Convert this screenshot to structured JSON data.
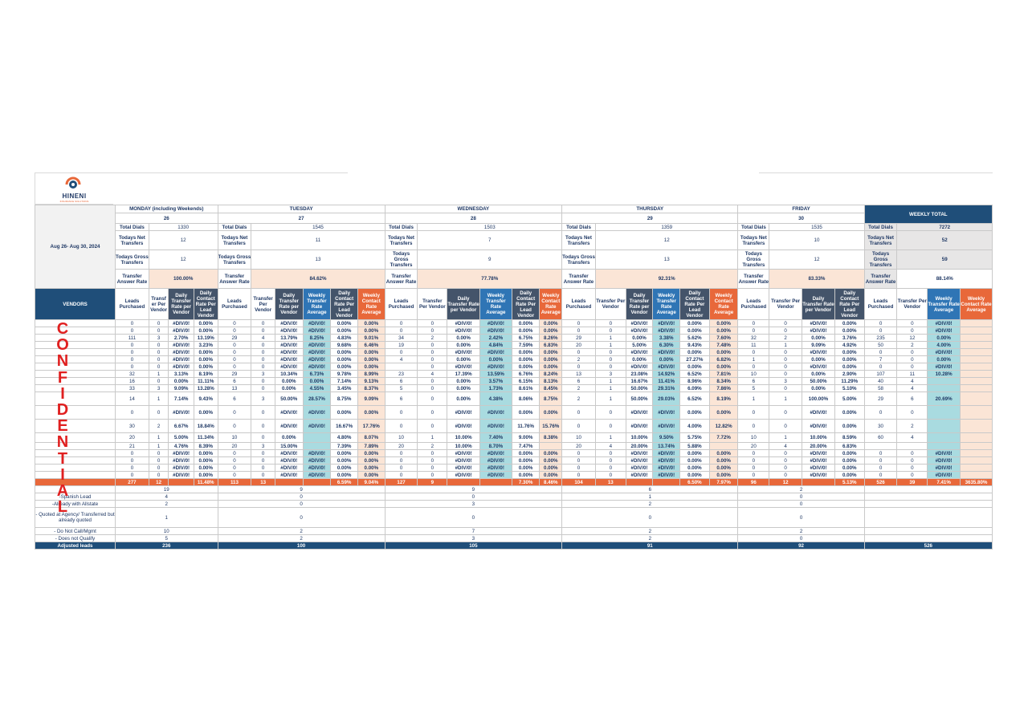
{
  "company": {
    "name": "HINENI",
    "tagline": "INSURANCE SOLUTIONS"
  },
  "date_range": "Aug 26- Aug 30, 2024",
  "watermark": "CONFIDENTIAL",
  "vendors_label": "VENDORS",
  "row_labels": {
    "total_dials": "Total Dials",
    "net_transfers": "Todays Net Transfers",
    "gross_transfers": "Todays Gross Transfers",
    "answer_rate": "Transfer Answer Rate"
  },
  "days": [
    {
      "name": "MONDAY (including Weekends)",
      "num": "26",
      "dials": "1330",
      "net": "12",
      "gross": "12",
      "rate": "100.00%"
    },
    {
      "name": "TUESDAY",
      "num": "27",
      "dials": "1545",
      "net": "11",
      "gross": "13",
      "rate": "84.62%"
    },
    {
      "name": "WEDNESDAY",
      "num": "28",
      "dials": "1503",
      "net": "7",
      "gross": "9",
      "rate": "77.78%"
    },
    {
      "name": "THURSDAY",
      "num": "29",
      "dials": "1359",
      "net": "12",
      "gross": "13",
      "rate": "92.31%"
    },
    {
      "name": "FRIDAY",
      "num": "30",
      "dials": "1535",
      "net": "10",
      "gross": "12",
      "rate": "83.33%"
    }
  ],
  "weekly": {
    "title": "WEEKLY TOTAL",
    "dials": "7272",
    "net": "52",
    "gross": "59",
    "rate": "88.14%"
  },
  "col_headers": {
    "leads": "Leads Purchased",
    "transfers_mon": "Transf er Per Vendor",
    "transfers": "Transfer Per Vendor",
    "daily_rate": "Daily Transfer Rate per Vendor",
    "daily_contact": "Daily Contact Rate Per Lead Vendor",
    "weekly_rate": "Weekly Transfer Rate Average",
    "weekly_contact": "Weekly Contact Rate Average"
  },
  "rows": [
    [
      [
        "0",
        "0",
        "#DIV/0!",
        "0.00%"
      ],
      [
        "0",
        "0",
        "#DIV/0!",
        "#DIV/0!",
        "0.00%",
        "0.00%"
      ],
      [
        "0",
        "0",
        "#DIV/0!",
        "#DIV/0!",
        "0.00%",
        "0.00%"
      ],
      [
        "0",
        "0",
        "#DIV/0!",
        "#DIV/0!",
        "0.00%",
        "0.00%"
      ],
      [
        "0",
        "0",
        "#DIV/0!",
        "0.00%"
      ],
      [
        "0",
        "0",
        "#DIV/0!",
        ""
      ]
    ],
    [
      [
        "0",
        "0",
        "#DIV/0!",
        "0.00%"
      ],
      [
        "0",
        "0",
        "#DIV/0!",
        "#DIV/0!",
        "0.00%",
        "0.00%"
      ],
      [
        "0",
        "0",
        "#DIV/0!",
        "#DIV/0!",
        "0.00%",
        "0.00%"
      ],
      [
        "0",
        "0",
        "#DIV/0!",
        "#DIV/0!",
        "0.00%",
        "0.00%"
      ],
      [
        "0",
        "0",
        "#DIV/0!",
        "0.00%"
      ],
      [
        "0",
        "0",
        "#DIV/0!",
        ""
      ]
    ],
    [
      [
        "111",
        "3",
        "2.70%",
        "13.19%"
      ],
      [
        "29",
        "4",
        "13.79%",
        "8.25%",
        "4.83%",
        "9.01%"
      ],
      [
        "34",
        "2",
        "0.00%",
        "2.42%",
        "6.75%",
        "8.26%"
      ],
      [
        "29",
        "1",
        "0.00%",
        "3.38%",
        "5.62%",
        "7.60%"
      ],
      [
        "32",
        "2",
        "0.00%",
        "3.76%"
      ],
      [
        "235",
        "12",
        "0.00%",
        ""
      ]
    ],
    [
      [
        "0",
        "0",
        "#DIV/0!",
        "3.23%"
      ],
      [
        "0",
        "0",
        "#DIV/0!",
        "#DIV/0!",
        "9.68%",
        "6.46%"
      ],
      [
        "19",
        "0",
        "0.00%",
        "4.84%",
        "7.59%",
        "6.83%"
      ],
      [
        "20",
        "1",
        "5.00%",
        "6.30%",
        "9.43%",
        "7.48%"
      ],
      [
        "11",
        "1",
        "9.09%",
        "4.92%"
      ],
      [
        "50",
        "2",
        "4.00%",
        ""
      ]
    ],
    [
      [
        "0",
        "0",
        "#DIV/0!",
        "0.00%"
      ],
      [
        "0",
        "0",
        "#DIV/0!",
        "#DIV/0!",
        "0.00%",
        "0.00%"
      ],
      [
        "0",
        "0",
        "#DIV/0!",
        "#DIV/0!",
        "0.00%",
        "0.00%"
      ],
      [
        "0",
        "0",
        "#DIV/0!",
        "#DIV/0!",
        "0.00%",
        "0.00%"
      ],
      [
        "0",
        "0",
        "#DIV/0!",
        "0.00%"
      ],
      [
        "0",
        "0",
        "#DIV/0!",
        ""
      ]
    ],
    [
      [
        "0",
        "0",
        "#DIV/0!",
        "0.00%"
      ],
      [
        "0",
        "0",
        "#DIV/0!",
        "#DIV/0!",
        "0.00%",
        "0.00%"
      ],
      [
        "4",
        "0",
        "0.00%",
        "0.00%",
        "0.00%",
        "0.00%"
      ],
      [
        "2",
        "0",
        "0.00%",
        "0.00%",
        "27.27%",
        "6.82%"
      ],
      [
        "1",
        "0",
        "0.00%",
        "0.00%"
      ],
      [
        "7",
        "0",
        "0.00%",
        ""
      ]
    ],
    [
      [
        "0",
        "0",
        "#DIV/0!",
        "0.00%"
      ],
      [
        "0",
        "0",
        "#DIV/0!",
        "#DIV/0!",
        "0.00%",
        "0.00%"
      ],
      [
        "",
        "0",
        "#DIV/0!",
        "#DIV/0!",
        "0.00%",
        "0.00%"
      ],
      [
        "0",
        "0",
        "#DIV/0!",
        "#DIV/0!",
        "0.00%",
        "0.00%"
      ],
      [
        "0",
        "0",
        "#DIV/0!",
        "0.00%"
      ],
      [
        "0",
        "0",
        "#DIV/0!",
        ""
      ]
    ],
    [
      [
        "32",
        "1",
        "3.13%",
        "8.19%"
      ],
      [
        "29",
        "3",
        "10.34%",
        "6.73%",
        "9.78%",
        "8.99%"
      ],
      [
        "23",
        "4",
        "17.39%",
        "13.59%",
        "6.76%",
        "8.24%"
      ],
      [
        "13",
        "3",
        "23.08%",
        "14.92%",
        "6.52%",
        "7.81%"
      ],
      [
        "10",
        "0",
        "0.00%",
        "2.90%"
      ],
      [
        "107",
        "11",
        "10.28%",
        ""
      ]
    ],
    [
      [
        "16",
        "0",
        "0.00%",
        "11.11%"
      ],
      [
        "6",
        "0",
        "0.00%",
        "0.00%",
        "7.14%",
        "9.13%"
      ],
      [
        "6",
        "0",
        "0.00%",
        "3.57%",
        "6.15%",
        "8.13%"
      ],
      [
        "6",
        "1",
        "16.67%",
        "11.41%",
        "8.96%",
        "8.34%"
      ],
      [
        "6",
        "3",
        "50.00%",
        "11.29%"
      ],
      [
        "40",
        "4",
        "",
        ""
      ]
    ],
    [
      [
        "33",
        "3",
        "9.09%",
        "13.28%"
      ],
      [
        "13",
        "0",
        "0.00%",
        "4.55%",
        "3.45%",
        "8.37%"
      ],
      [
        "5",
        "0",
        "0.00%",
        "1.73%",
        "8.61%",
        "8.45%"
      ],
      [
        "2",
        "1",
        "50.00%",
        "29.31%",
        "6.09%",
        "7.86%"
      ],
      [
        "5",
        "0",
        "0.00%",
        "5.10%"
      ],
      [
        "58",
        "4",
        "",
        ""
      ]
    ],
    [
      [
        "14",
        "1",
        "7.14%",
        "9.43%"
      ],
      [
        "6",
        "3",
        "50.00%",
        "28.57%",
        "8.75%",
        "9.09%"
      ],
      [
        "6",
        "0",
        "0.00%",
        "4.38%",
        "8.06%",
        "8.75%"
      ],
      [
        "2",
        "1",
        "50.00%",
        "29.03%",
        "6.52%",
        "8.19%"
      ],
      [
        "1",
        "1",
        "100.00%",
        "5.00%"
      ],
      [
        "29",
        "6",
        "20.69%",
        ""
      ]
    ],
    [
      [
        "0",
        "0",
        "#DIV/0!",
        "0.00%"
      ],
      [
        "0",
        "0",
        "#DIV/0!",
        "#DIV/0!",
        "0.00%",
        "0.00%"
      ],
      [
        "0",
        "0",
        "#DIV/0!",
        "#DIV/0!",
        "0.00%",
        "0.00%"
      ],
      [
        "0",
        "0",
        "#DIV/0!",
        "#DIV/0!",
        "0.00%",
        "0.00%"
      ],
      [
        "0",
        "0",
        "#DIV/0!",
        "0.00%"
      ],
      [
        "0",
        "0",
        "",
        ""
      ]
    ],
    [
      [
        "30",
        "2",
        "6.67%",
        "18.84%"
      ],
      [
        "0",
        "0",
        "#DIV/0!",
        "#DIV/0!",
        "16.67%",
        "17.76%"
      ],
      [
        "0",
        "0",
        "#DIV/0!",
        "#DIV/0!",
        "11.76%",
        "15.76%"
      ],
      [
        "0",
        "0",
        "#DIV/0!",
        "#DIV/0!",
        "4.00%",
        "12.82%"
      ],
      [
        "0",
        "0",
        "#DIV/0!",
        "0.00%"
      ],
      [
        "30",
        "2",
        "",
        ""
      ]
    ],
    [
      [
        "20",
        "1",
        "5.00%",
        "11.34%"
      ],
      [
        "10",
        "0",
        "0.00%",
        "",
        "4.80%",
        "8.07%"
      ],
      [
        "10",
        "1",
        "10.00%",
        "7.40%",
        "9.00%",
        "8.38%"
      ],
      [
        "10",
        "1",
        "10.00%",
        "9.50%",
        "5.75%",
        "7.72%"
      ],
      [
        "10",
        "1",
        "10.00%",
        "8.59%"
      ],
      [
        "60",
        "4",
        "",
        ""
      ]
    ],
    [
      [
        "21",
        "1",
        "4.76%",
        "8.39%"
      ],
      [
        "20",
        "3",
        "15.00%",
        "",
        "7.39%",
        "7.89%"
      ],
      [
        "20",
        "2",
        "10.00%",
        "8.70%",
        "7.47%",
        ""
      ],
      [
        "20",
        "4",
        "20.00%",
        "13.74%",
        "5.88%",
        ""
      ],
      [
        "20",
        "4",
        "20.00%",
        "6.83%"
      ],
      [
        "",
        "",
        "",
        ""
      ]
    ],
    [
      [
        "0",
        "0",
        "#DIV/0!",
        "0.00%"
      ],
      [
        "0",
        "0",
        "#DIV/0!",
        "#DIV/0!",
        "0.00%",
        "0.00%"
      ],
      [
        "0",
        "0",
        "#DIV/0!",
        "#DIV/0!",
        "0.00%",
        "0.00%"
      ],
      [
        "0",
        "0",
        "#DIV/0!",
        "#DIV/0!",
        "0.00%",
        "0.00%"
      ],
      [
        "0",
        "0",
        "#DIV/0!",
        "0.00%"
      ],
      [
        "0",
        "0",
        "#DIV/0!",
        ""
      ]
    ],
    [
      [
        "0",
        "0",
        "#DIV/0!",
        "0.00%"
      ],
      [
        "0",
        "0",
        "#DIV/0!",
        "#DIV/0!",
        "0.00%",
        "0.00%"
      ],
      [
        "0",
        "0",
        "#DIV/0!",
        "#DIV/0!",
        "0.00%",
        "0.00%"
      ],
      [
        "0",
        "0",
        "#DIV/0!",
        "#DIV/0!",
        "0.00%",
        "0.00%"
      ],
      [
        "0",
        "0",
        "#DIV/0!",
        "0.00%"
      ],
      [
        "0",
        "0",
        "#DIV/0!",
        ""
      ]
    ],
    [
      [
        "0",
        "0",
        "#DIV/0!",
        "0.00%"
      ],
      [
        "0",
        "0",
        "#DIV/0!",
        "#DIV/0!",
        "0.00%",
        "0.00%"
      ],
      [
        "0",
        "0",
        "#DIV/0!",
        "#DIV/0!",
        "0.00%",
        "0.00%"
      ],
      [
        "0",
        "0",
        "#DIV/0!",
        "#DIV/0!",
        "0.00%",
        "0.00%"
      ],
      [
        "0",
        "0",
        "#DIV/0!",
        "0.00%"
      ],
      [
        "0",
        "0",
        "#DIV/0!",
        ""
      ]
    ],
    [
      [
        "0",
        "0",
        "#DIV/0!",
        "0.00%"
      ],
      [
        "0",
        "0",
        "#DIV/0!",
        "#DIV/0!",
        "0.00%",
        "0.00%"
      ],
      [
        "0",
        "0",
        "#DIV/0!",
        "#DIV/0!",
        "0.00%",
        "0.00%"
      ],
      [
        "0",
        "0",
        "#DIV/0!",
        "#DIV/0!",
        "0.00%",
        "0.00%"
      ],
      [
        "0",
        "0",
        "#DIV/0!",
        "0.00%"
      ],
      [
        "0",
        "0",
        "#DIV/0!",
        ""
      ]
    ]
  ],
  "totals": [
    [
      "277",
      "12",
      "",
      "11.48%"
    ],
    [
      "113",
      "13",
      "",
      "",
      "6.59%",
      "9.04%"
    ],
    [
      "127",
      "9",
      "",
      "",
      "7.30%",
      "8.46%"
    ],
    [
      "104",
      "13",
      "",
      "",
      "6.50%",
      "7.97%"
    ],
    [
      "96",
      "12",
      "",
      "5.13%"
    ],
    [
      "526",
      "39",
      "7.41%",
      "3635.80%"
    ]
  ],
  "footer": [
    {
      "label": "",
      "vals": [
        "19",
        "9",
        "9",
        "6",
        "2",
        ""
      ]
    },
    {
      "label": "-Spanish Lead",
      "vals": [
        "4",
        "0",
        "0",
        "1",
        "0",
        ""
      ]
    },
    {
      "label": "-Already with Allstate",
      "vals": [
        "2",
        "0",
        "3",
        "2",
        "0",
        ""
      ]
    },
    {
      "label": "- Quoted at Agency/ Transferred but already quoted",
      "vals": [
        "1",
        "0",
        "0",
        "0",
        "0",
        ""
      ]
    },
    {
      "label": "- Do Not Call/Mgmt",
      "vals": [
        "10",
        "2",
        "7",
        "2",
        "2",
        ""
      ]
    },
    {
      "label": "- Does not Qualify",
      "vals": [
        "5",
        "2",
        "3",
        "2",
        "0",
        ""
      ]
    }
  ],
  "adjusted": {
    "label": "Adjusted leads",
    "vals": [
      "236",
      "100",
      "105",
      "91",
      "92",
      "526"
    ]
  },
  "colors": {
    "navy": "#1f4e79",
    "orange": "#e8683a",
    "teal": "#a9dbe0",
    "peach": "#fbe5d6",
    "confidential": "#e02020"
  }
}
